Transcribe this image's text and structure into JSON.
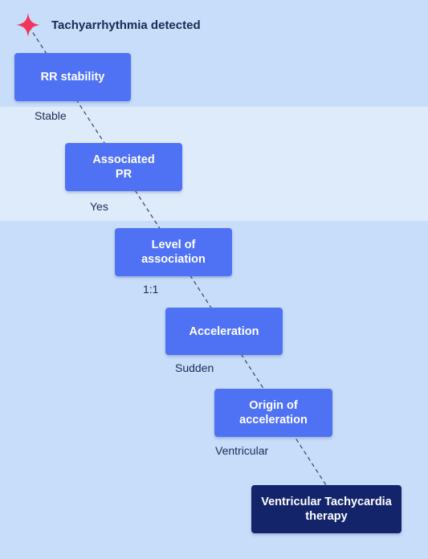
{
  "start": {
    "label": "Tachyarrhythmia detected",
    "icon": "four-point-star-icon",
    "icon_color": "#f2345a"
  },
  "nodes": [
    {
      "label": "RR stability"
    },
    {
      "label": "Associated\nPR"
    },
    {
      "label": "Level of\nassociation"
    },
    {
      "label": "Acceleration"
    },
    {
      "label": "Origin of\nacceleration"
    },
    {
      "label": "Ventricular Tachycardia\ntherapy"
    }
  ],
  "branches": [
    {
      "label": "Stable"
    },
    {
      "label": "Yes"
    },
    {
      "label": "1:1"
    },
    {
      "label": "Sudden"
    },
    {
      "label": "Ventricular"
    }
  ],
  "colors": {
    "background": "#c7ddf9",
    "highlight_band": "#deebfb",
    "node_fill": "#4f72f5",
    "final_node_fill": "#14246b",
    "text_dark": "#1b2a55"
  }
}
